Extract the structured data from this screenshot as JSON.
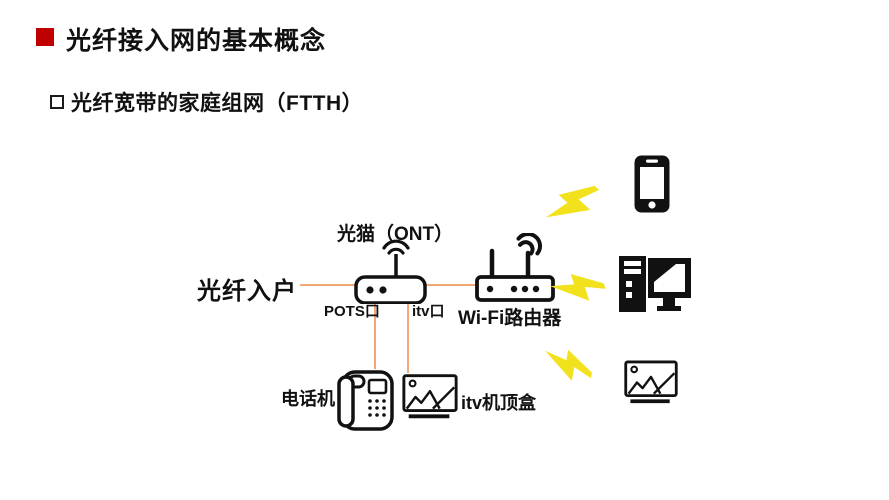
{
  "slide": {
    "title": "光纤接入网的基本概念",
    "subtitle": "光纤宽带的家庭组网（FTTH）"
  },
  "diagram": {
    "fiber_entry_label": "光纤入户",
    "ont_label": "光猫（ONT）",
    "pots_port_label": "POTS口",
    "itv_port_label": "itv口",
    "router_label": "Wi-Fi路由器",
    "phone_label": "电话机",
    "stb_label": "itv机顶盒",
    "icons": {
      "ont": "ont-modem-icon",
      "router": "wifi-router-icon",
      "telephone": "telephone-icon",
      "settop_box": "settop-box-icon",
      "smartphone": "smartphone-icon",
      "desktop": "desktop-computer-icon",
      "tv": "tv-icon",
      "wireless_link": "lightning-bolt-icon"
    }
  },
  "colors": {
    "background": "#FFFFFF",
    "title_bullet_red": "#C00000",
    "connection_line_orange": "#F2A875",
    "lightning_yellow": "#F2E21E",
    "icon_black": "#111111"
  }
}
